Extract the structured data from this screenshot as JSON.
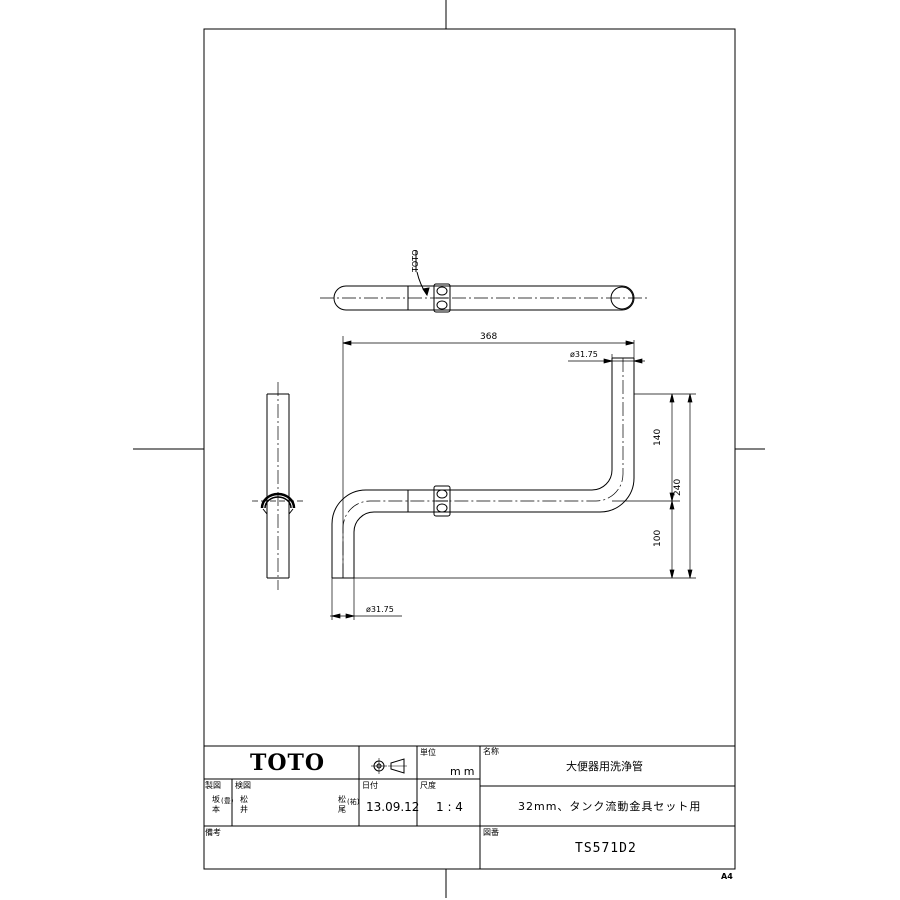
{
  "drawing": {
    "dimensions": {
      "overall_width": "368",
      "pipe_diameter_top": "ø31.75",
      "pipe_diameter_bottom": "ø31.75",
      "upper_rise": "140",
      "total_height": "240",
      "lower_rise": "100"
    },
    "logo_marking": "TOTO"
  },
  "title_block": {
    "company": "TOTO",
    "unit_label": "単位",
    "unit_value": "mm",
    "name_label": "名称",
    "product_name": "大便器用洗浄管",
    "product_subtitle": "32mm、タンク流動金具セット用",
    "made_label": "製図",
    "made_names": [
      "坂本",
      "(豊)"
    ],
    "checked_label": "検図",
    "checked_names": [
      "松井",
      "松尾",
      "(祐)"
    ],
    "date_label": "日付",
    "date_value": "13.09.12",
    "scale_label": "尺度",
    "scale_value": "1 : 4",
    "remarks_label": "備考",
    "drawing_no_label": "図番",
    "drawing_no": "TS571D2",
    "sheet_size": "A4"
  }
}
